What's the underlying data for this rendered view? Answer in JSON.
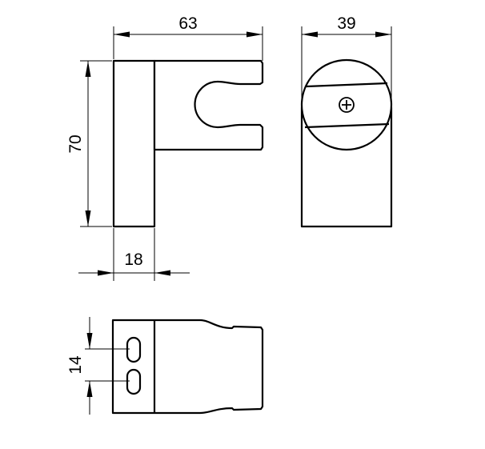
{
  "dimensions": {
    "width_side": "63",
    "width_front": "39",
    "height": "70",
    "thickness": "18",
    "slot_spacing": "14"
  },
  "colors": {
    "ink": "#000000",
    "paper": "#ffffff"
  }
}
